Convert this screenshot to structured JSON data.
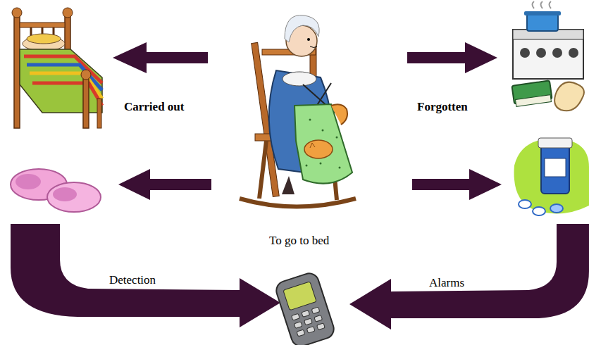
{
  "diagram": {
    "labels": [
      "Carried out",
      "Forgotten",
      "To go to bed",
      "Detection",
      "Alarms"
    ]
  }
}
